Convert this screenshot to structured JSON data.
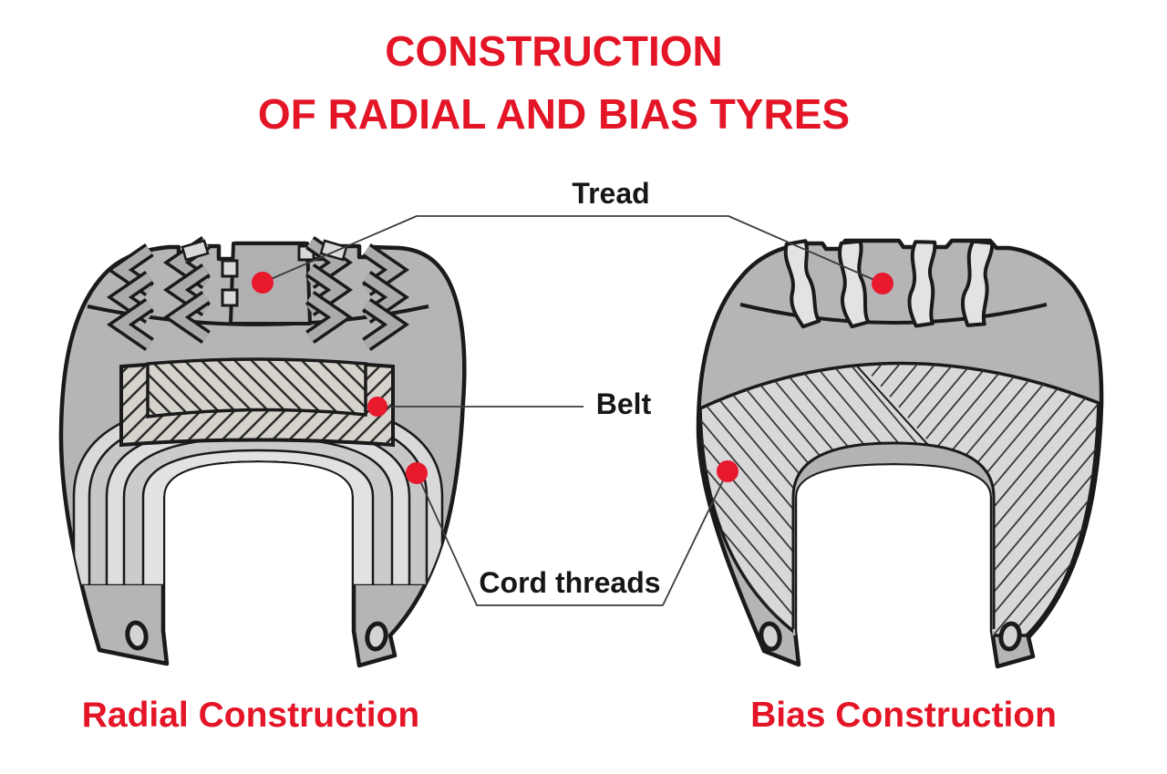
{
  "title": {
    "line1": "CONSTRUCTION",
    "line2": "OF RADIAL AND BIAS TYRES"
  },
  "labels": {
    "tread": "Tread",
    "belt": "Belt",
    "cord_threads": "Cord threads"
  },
  "captions": {
    "radial": "Radial Construction",
    "bias": "Bias Construction"
  },
  "markers": {
    "radial_tyre": [
      "tread",
      "belt",
      "cord_threads"
    ],
    "bias_tyre": [
      "tread",
      "cord_threads"
    ]
  },
  "colors": {
    "background": "#ffffff",
    "accent_red": "#e31526",
    "marker_red": "#e8192c",
    "outline_black": "#1a1a1a",
    "tire_body_gray": "#b5b5b7",
    "tread_block_gray": "#adadaf",
    "ply_light_gray": "#d8d8da",
    "belt_fill": "#d6d3cc",
    "groove_light": "#e3e3e5"
  }
}
